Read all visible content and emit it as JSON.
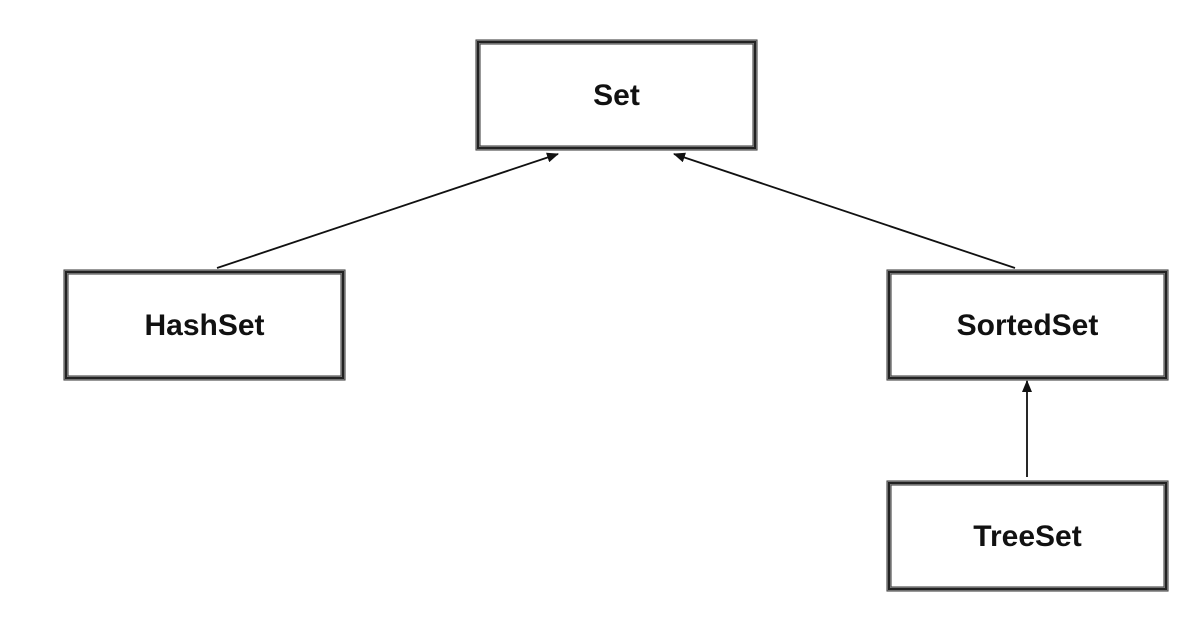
{
  "nodes": {
    "set": {
      "label": "Set"
    },
    "hashset": {
      "label": "HashSet"
    },
    "sortedset": {
      "label": "SortedSet"
    },
    "treeset": {
      "label": "TreeSet"
    }
  },
  "edges": [
    {
      "from": "hashset",
      "to": "set"
    },
    {
      "from": "sortedset",
      "to": "set"
    },
    {
      "from": "treeset",
      "to": "sortedset"
    }
  ],
  "colors": {
    "stroke": "#222222",
    "text": "#111111",
    "background": "#ffffff"
  }
}
